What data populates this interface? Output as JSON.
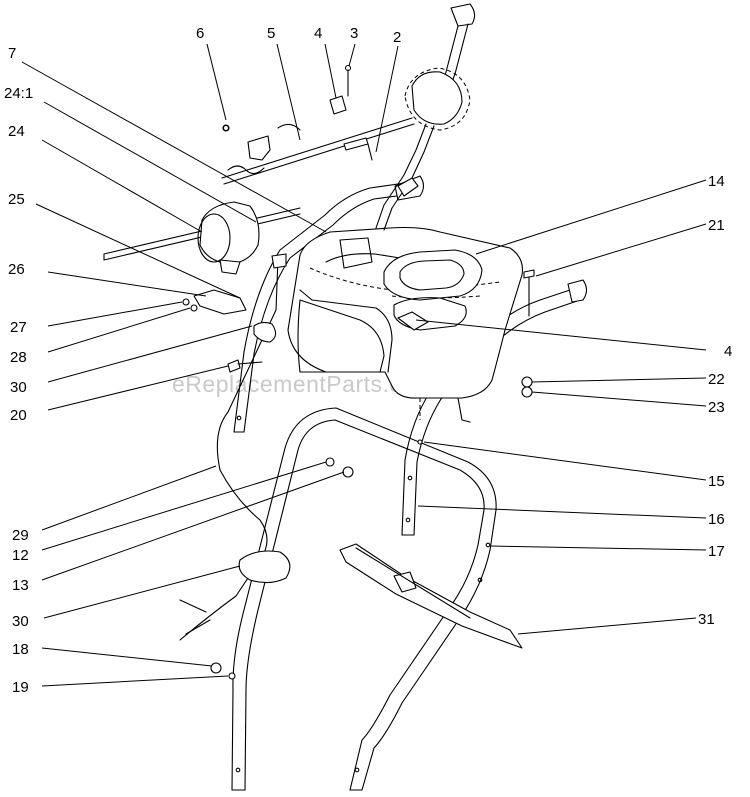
{
  "watermark": "eReplacementParts.com",
  "callouts": [
    {
      "id": "c-6",
      "label": "6"
    },
    {
      "id": "c-5",
      "label": "5"
    },
    {
      "id": "c-4a",
      "label": "4"
    },
    {
      "id": "c-3",
      "label": "3"
    },
    {
      "id": "c-2",
      "label": "2"
    },
    {
      "id": "c-7",
      "label": "7"
    },
    {
      "id": "c-24-1",
      "label": "24:1"
    },
    {
      "id": "c-24",
      "label": "24"
    },
    {
      "id": "c-25",
      "label": "25"
    },
    {
      "id": "c-26",
      "label": "26"
    },
    {
      "id": "c-27",
      "label": "27"
    },
    {
      "id": "c-28",
      "label": "28"
    },
    {
      "id": "c-30a",
      "label": "30"
    },
    {
      "id": "c-20",
      "label": "20"
    },
    {
      "id": "c-29",
      "label": "29"
    },
    {
      "id": "c-12",
      "label": "12"
    },
    {
      "id": "c-13",
      "label": "13"
    },
    {
      "id": "c-30b",
      "label": "30"
    },
    {
      "id": "c-18",
      "label": "18"
    },
    {
      "id": "c-19",
      "label": "19"
    },
    {
      "id": "c-14",
      "label": "14"
    },
    {
      "id": "c-21",
      "label": "21"
    },
    {
      "id": "c-4b",
      "label": "4"
    },
    {
      "id": "c-22",
      "label": "22"
    },
    {
      "id": "c-23",
      "label": "23"
    },
    {
      "id": "c-15",
      "label": "15"
    },
    {
      "id": "c-16",
      "label": "16"
    },
    {
      "id": "c-17",
      "label": "17"
    },
    {
      "id": "c-31",
      "label": "31"
    }
  ]
}
